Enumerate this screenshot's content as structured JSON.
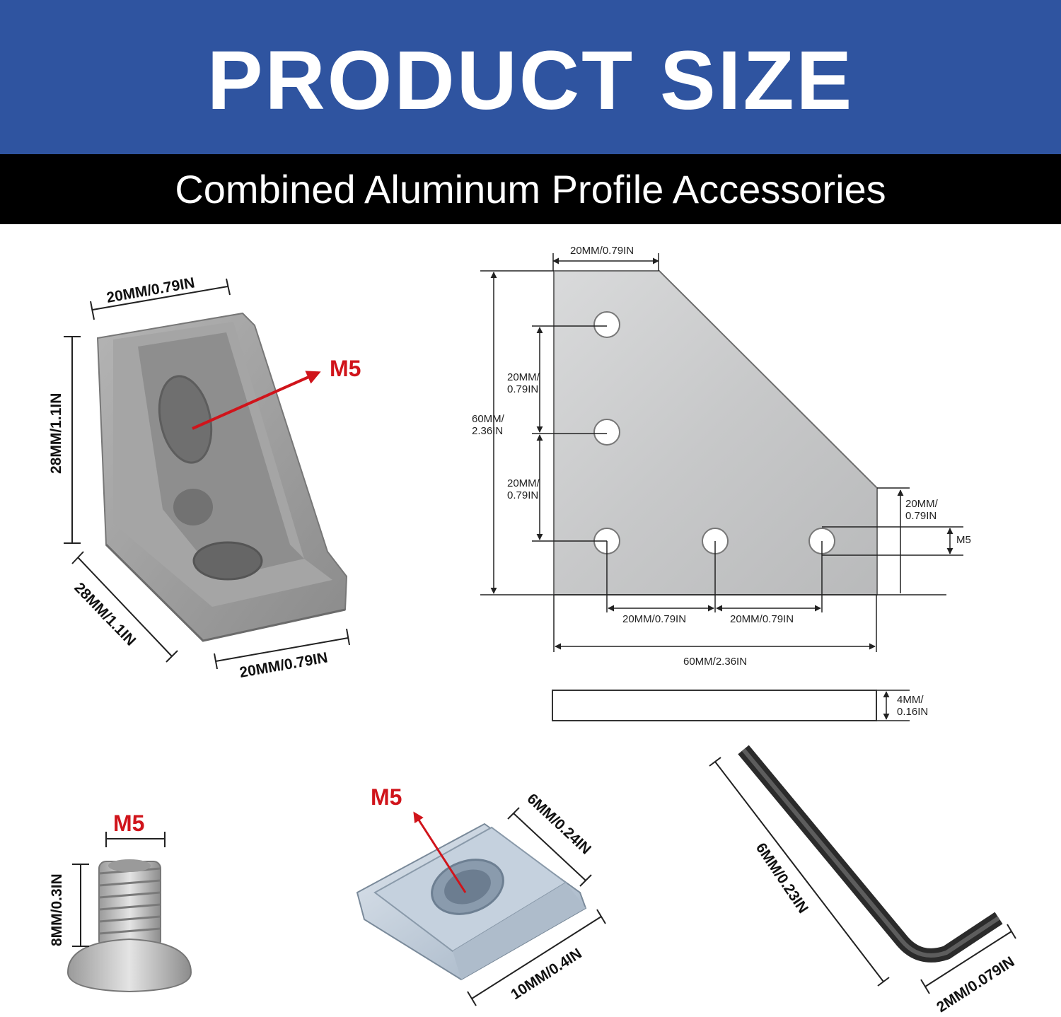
{
  "header": {
    "title": "PRODUCT SIZE",
    "subtitle": "Combined Aluminum Profile Accessories"
  },
  "colors": {
    "header_blue": "#2f54a0",
    "band_black": "#000000",
    "accent_red": "#d0141b"
  },
  "corner_bracket": {
    "width_top": "20MM/0.79IN",
    "height": "28MM/1.1IN",
    "depth": "28MM/1.1IN",
    "width_bottom": "20MM/0.79IN",
    "hole": "M5"
  },
  "plate": {
    "top_width": "20MM/0.79IN",
    "total_height_line1": "60MM/",
    "total_height_line2": "2.36IN",
    "spacing_upper_line1": "20MM/",
    "spacing_upper_line2": "0.79IN",
    "spacing_lower_line1": "20MM/",
    "spacing_lower_line2": "0.79IN",
    "right_edge_line1": "20MM/",
    "right_edge_line2": "0.79IN",
    "hole": "M5",
    "hole_spacing_left": "20MM/0.79IN",
    "hole_spacing_right": "20MM/0.79IN",
    "total_width": "60MM/2.36IN",
    "thickness_line1": "4MM/",
    "thickness_line2": "0.16IN"
  },
  "screw": {
    "thread": "M5",
    "length": "8MM/0.3IN"
  },
  "t_nut": {
    "thread": "M5",
    "width": "6MM/0.24IN",
    "length": "10MM/0.4IN"
  },
  "hex_key": {
    "long_arm": "6MM/0.23IN",
    "size": "2MM/0.079IN"
  }
}
